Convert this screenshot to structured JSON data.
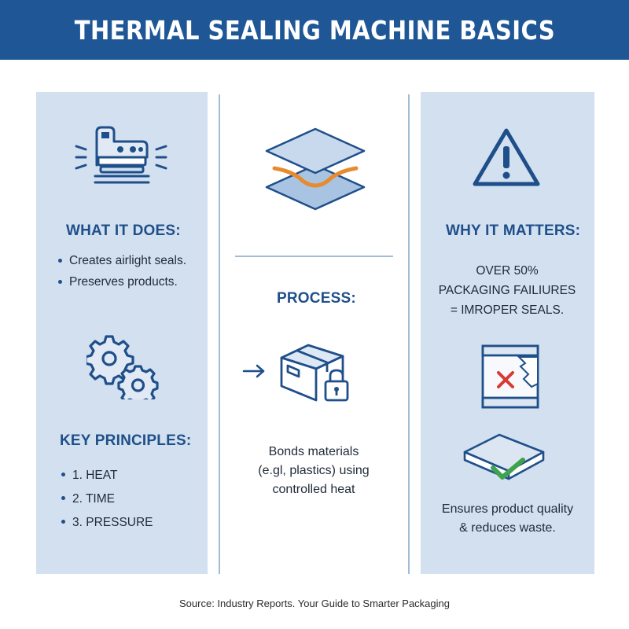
{
  "title": "THERMAL SEALING MACHINE BASICS",
  "left": {
    "what_heading": "WHAT IT DOES:",
    "what_items": [
      "Creates airlight seals.",
      "Preserves products."
    ],
    "principles_heading": "KEY PRINCIPLES:",
    "principles_items": [
      "1. HEAT",
      "2. TIME",
      "3. PRESSURE"
    ]
  },
  "center": {
    "process_heading": "PROCESS:",
    "description": [
      "Bonds materials",
      "(e.gl, plastics) using",
      "controlled heat"
    ]
  },
  "right": {
    "why_heading": "WHY IT MATTERS:",
    "stat_lines": [
      "OVER 50%",
      "PACKAGING FAILIURES",
      "= IMROPER SEALS."
    ],
    "outcome_lines": [
      "Ensures product quality",
      "& reduces waste."
    ]
  },
  "source": "Source: Industry Reports. Your Guide to Smarter Packaging",
  "icons": [
    "sealing-machine-icon",
    "gears-icon",
    "layers-icon",
    "arrow-right-icon",
    "locked-box-icon",
    "warning-icon",
    "failed-seal-package-icon",
    "sealed-package-check-icon"
  ],
  "colors": {
    "header_bg": "#1f5796",
    "panel_bg": "#d2e0ef",
    "heading": "#1f4f8a",
    "accent_orange": "#e88a2e",
    "error_red": "#d83a34",
    "success_green": "#3fa34d"
  }
}
